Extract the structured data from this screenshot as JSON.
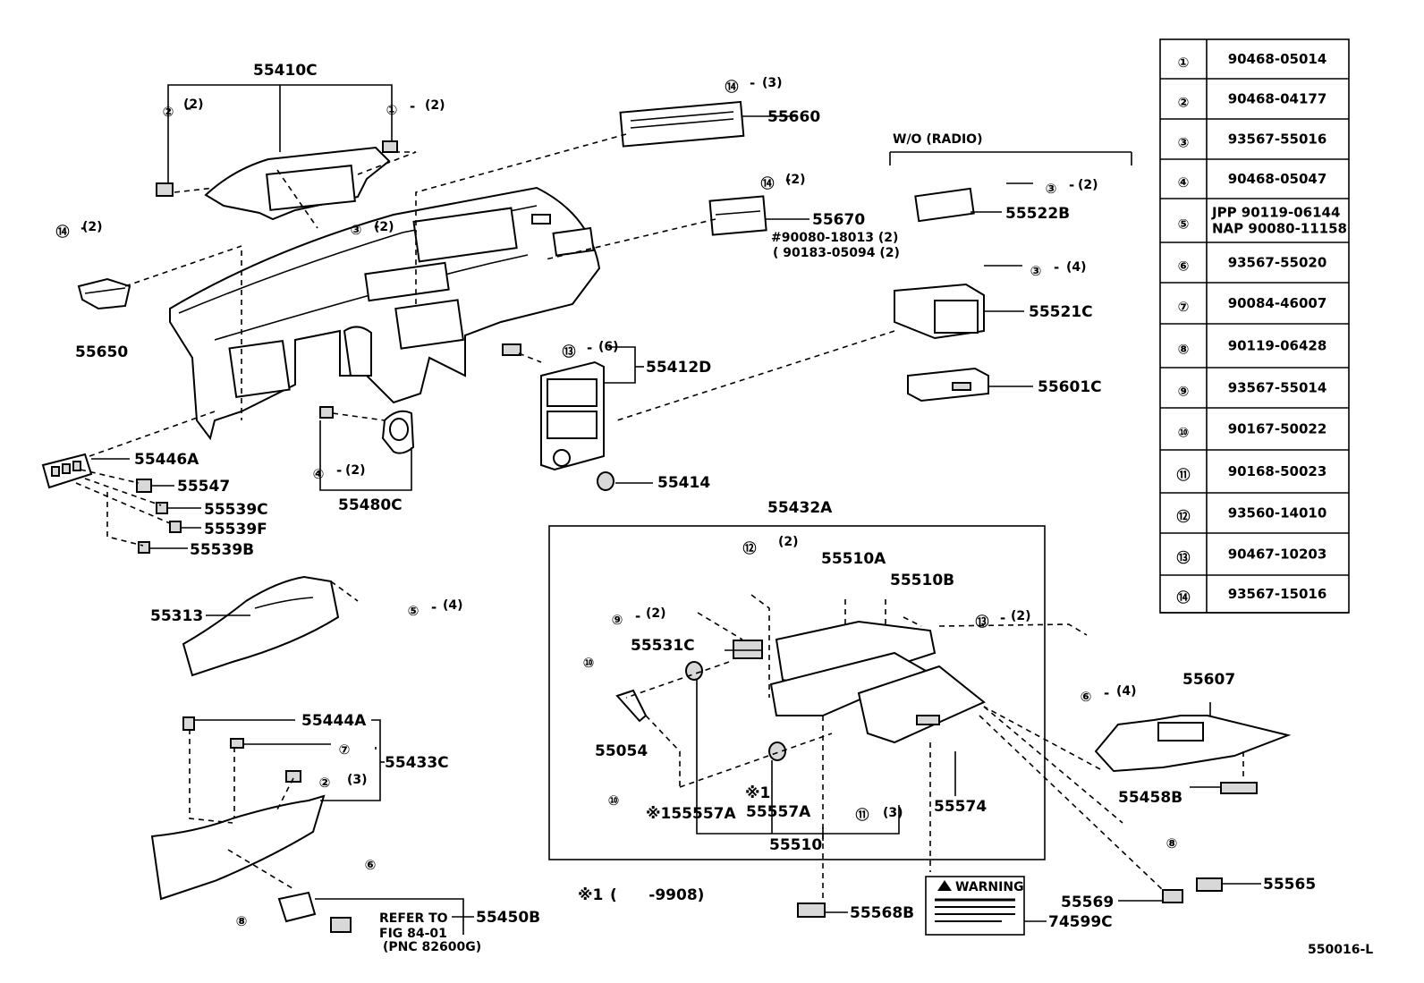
{
  "diagram_id": "550016-L",
  "footnote": {
    "mark": "※1",
    "text": "(      -9908)"
  },
  "group_wo_radio": "W/O (RADIO)",
  "refer": {
    "line1": "REFER TO",
    "line2": "FIG 84-01",
    "line3": "(PNC 82600G)"
  },
  "labels": {
    "p55410C": "55410C",
    "q2_top": "(2)",
    "q1_top": "(2)",
    "q14_a": "(3)",
    "p55660": "55660",
    "q14_b": "(2)",
    "p55670": "55670",
    "sub55670a": "#90080-18013 (2)",
    "sub55670b": "( 90183-05094 (2)",
    "q3_mid": "(2)",
    "q14_left": "(2)",
    "p55650": "55650",
    "q3_radio": "(2)",
    "p55522B": "55522B",
    "q3_radio2": "(4)",
    "p55521C": "55521C",
    "p55601C": "55601C",
    "q13_a": "(6)",
    "p55412D": "55412D",
    "p55414": "55414",
    "p55446A": "55446A",
    "p55547": "55547",
    "p55539C": "55539C",
    "p55539F": "55539F",
    "p55539B": "55539B",
    "q4": "(2)",
    "p55480C": "55480C",
    "p55432A": "55432A",
    "q12": "(2)",
    "p55510A": "55510A",
    "p55510B": "55510B",
    "q9": "(2)",
    "q13_b": "(2)",
    "p55531C": "55531C",
    "q6": "(4)",
    "p55607": "55607",
    "p55054": "55054",
    "p55557A_a": "※155557A",
    "p55557A_mark": "※1",
    "p55557A_b": "55557A",
    "q11": "(3)",
    "p55574": "55574",
    "p55510": "55510",
    "p55458B": "55458B",
    "p55313": "55313",
    "q5": "(4)",
    "p55444A": "55444A",
    "p55433C": "55433C",
    "q2_low": "(3)",
    "p55450B": "55450B",
    "p55568B": "55568B",
    "p74599C": "74599C",
    "p55569": "55569",
    "p55565": "55565",
    "warning": "WARNING"
  },
  "table": [
    {
      "sym": "①",
      "pn": "90468-05014"
    },
    {
      "sym": "②",
      "pn": "90468-04177"
    },
    {
      "sym": "③",
      "pn": "93567-55016"
    },
    {
      "sym": "④",
      "pn": "90468-05047"
    },
    {
      "sym": "⑤",
      "pn": "JPP 90119-06144",
      "pn2": "NAP 90080-11158"
    },
    {
      "sym": "⑥",
      "pn": "93567-55020"
    },
    {
      "sym": "⑦",
      "pn": "90084-46007"
    },
    {
      "sym": "⑧",
      "pn": "90119-06428"
    },
    {
      "sym": "⑨",
      "pn": "93567-55014"
    },
    {
      "sym": "⑩",
      "pn": "90167-50022"
    },
    {
      "sym": "⑪",
      "pn": "90168-50023"
    },
    {
      "sym": "⑫",
      "pn": "93560-14010"
    },
    {
      "sym": "⑬",
      "pn": "90467-10203"
    },
    {
      "sym": "⑭",
      "pn": "93567-15016"
    }
  ]
}
